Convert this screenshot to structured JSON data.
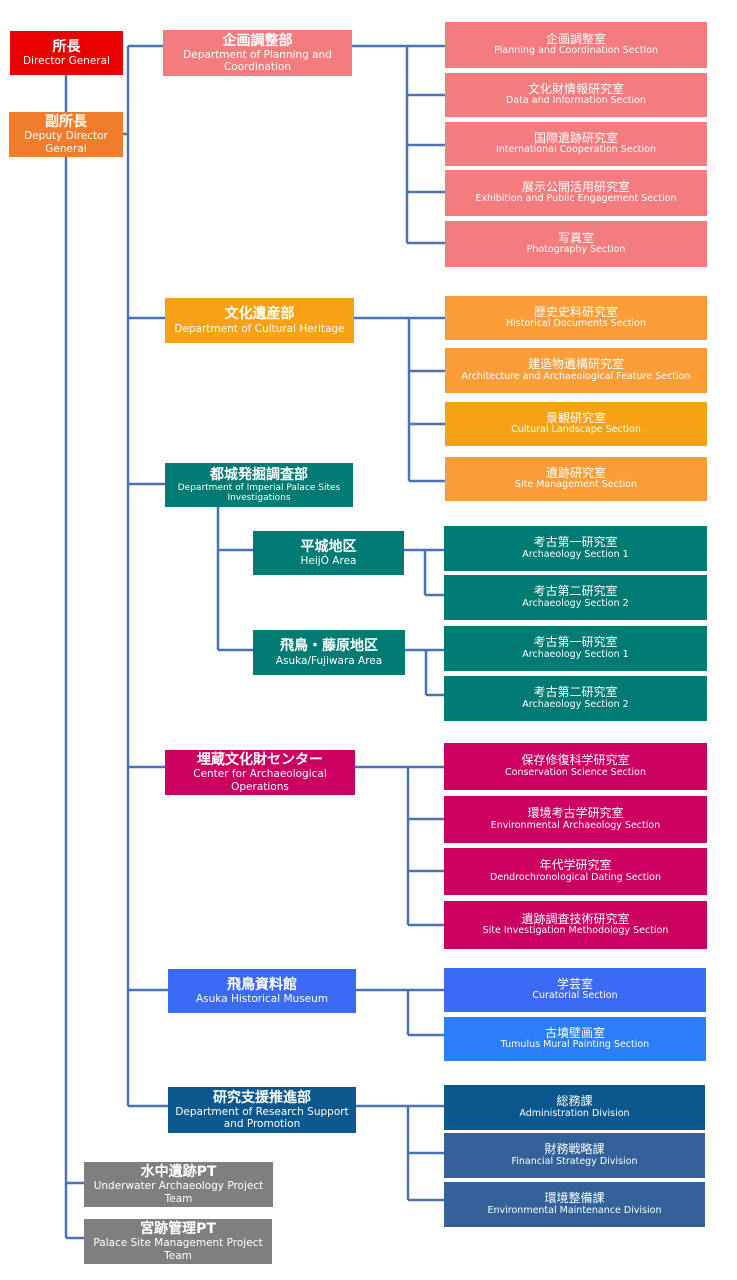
{
  "director": {
    "jp": "所長",
    "en": "Director General"
  },
  "deputy": {
    "jp": "副所長",
    "en": "Deputy Director General"
  },
  "planning": {
    "jp": "企画調整部",
    "en": "Department of Planning and Coordination",
    "sections": [
      {
        "jp": "企画調整室",
        "en": "Planning and Coordination Section"
      },
      {
        "jp": "文化財情報研究室",
        "en": "Data and Information Section"
      },
      {
        "jp": "国際遺跡研究室",
        "en": "International Cooperation Section"
      },
      {
        "jp": "展示公開活用研究室",
        "en": "Exhibition and Public Engagement Section"
      },
      {
        "jp": "写真室",
        "en": "Photography Section"
      }
    ]
  },
  "heritage": {
    "jp": "文化遺産部",
    "en": "Department of Cultural Heritage",
    "sections": [
      {
        "jp": "歴史史料研究室",
        "en": "Historical Documents Section"
      },
      {
        "jp": "建造物遺構研究室",
        "en": "Architecture and Archaeological Feature Section"
      },
      {
        "jp": "景観研究室",
        "en": "Cultural Landscape Section"
      },
      {
        "jp": "遺跡研究室",
        "en": "Site Management Section"
      }
    ]
  },
  "palace": {
    "jp": "都城発掘調査部",
    "en": "Department of Imperial Palace Sites Investigations",
    "heijo": {
      "jp": "平城地区",
      "en": "HeijÓ Area",
      "sections": [
        {
          "jp": "考古第一研究室",
          "en": "Archaeology Section 1"
        },
        {
          "jp": "考古第二研究室",
          "en": "Archaeology Section 2"
        }
      ]
    },
    "asuka": {
      "jp": "飛鳥・藤原地区",
      "en": "Asuka/Fujiwara Area",
      "sections": [
        {
          "jp": "考古第一研究室",
          "en": "Archaeology Section 1"
        },
        {
          "jp": "考古第二研究室",
          "en": "Archaeology Section 2"
        }
      ]
    }
  },
  "center": {
    "jp": "埋蔵文化財センター",
    "en": "Center for Archaeological Operations",
    "sections": [
      {
        "jp": "保存修復科学研究室",
        "en": "Conservation Science Section"
      },
      {
        "jp": "環境考古学研究室",
        "en": "Environmental Archaeology Section"
      },
      {
        "jp": "年代学研究室",
        "en": "Dendrochronological Dating Section"
      },
      {
        "jp": "遺跡調査技術研究室",
        "en": "Site Investigation Methodology Section"
      }
    ]
  },
  "museum": {
    "jp": "飛鳥資料館",
    "en": "Asuka Historical Museum",
    "sections": [
      {
        "jp": "学芸室",
        "en": "Curatorial Section"
      },
      {
        "jp": "古墳壁画室",
        "en": "Tumulus Mural Painting Section"
      }
    ]
  },
  "support": {
    "jp": "研究支援推進部",
    "en": "Department of Research Support and Promotion",
    "sections": [
      {
        "jp": "総務課",
        "en": "Administration Division"
      },
      {
        "jp": "財務戦略課",
        "en": "Financial Strategy Division"
      },
      {
        "jp": "環境整備課",
        "en": "Environmental Maintenance Division"
      }
    ]
  },
  "underwater": {
    "jp": "水中遺跡PT",
    "en": "Underwater Archaeology Project Team"
  },
  "palace_mgmt": {
    "jp": "宮跡管理PT",
    "en": "Palace Site Management Project Team"
  },
  "colors": {
    "connector": "#4a72b8",
    "director": "#ea0000",
    "deputy": "#ef7d2c",
    "planning": "#f47b7e",
    "heritage": "#f7a214",
    "palace": "#007b73",
    "center": "#cb0060",
    "museum": "#3b6bf5",
    "support": "#0b588f",
    "project_team": "#7f7f7f"
  }
}
